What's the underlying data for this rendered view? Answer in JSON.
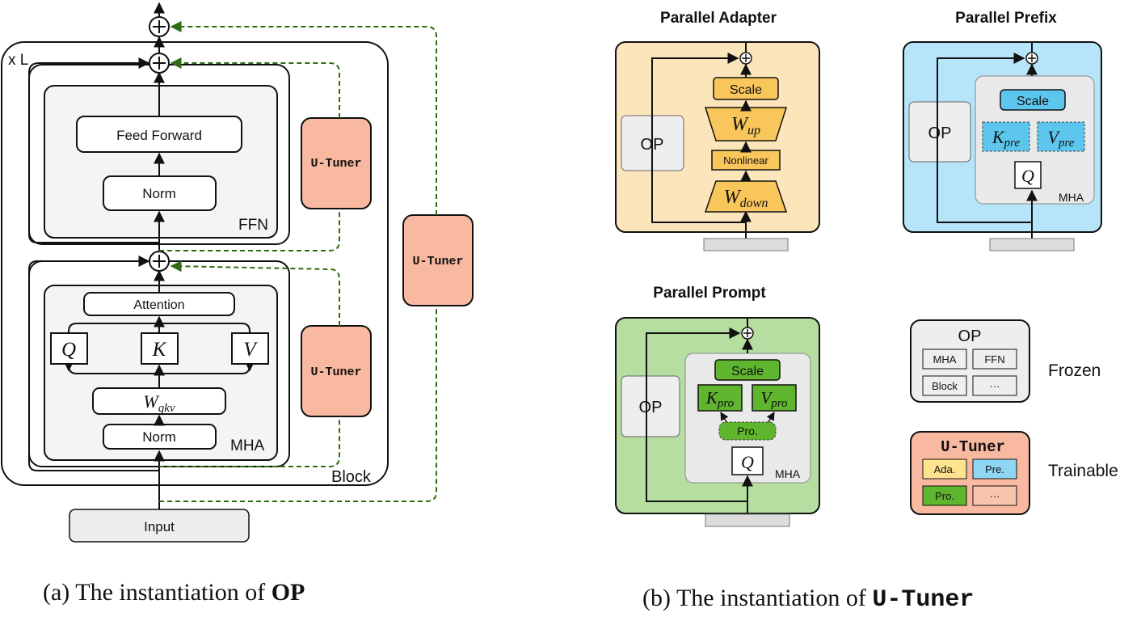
{
  "colors": {
    "tuner": "#f9b9a0",
    "adapter_bg": "#fde5bb",
    "adapter_block": "#f8c65a",
    "prefix_bg": "#b6e4f9",
    "prefix_block": "#5cc6ee",
    "prompt_bg": "#b6dea0",
    "prompt_block": "#5fb52d",
    "gray_box": "#eeeeee",
    "dashed_green": "#2f6b12"
  },
  "panel_a": {
    "repeat": "x L",
    "block": "Block",
    "ffn_label": "FFN",
    "mha_label": "MHA",
    "feed_forward": "Feed Forward",
    "norm_top": "Norm",
    "attention": "Attention",
    "norm_bottom": "Norm",
    "q": "Q",
    "k": "K",
    "v": "V",
    "wqkv_main": "W",
    "wqkv_sub": "qkv",
    "input": "Input",
    "tuner_ffn": "U-Tuner",
    "tuner_mha": "U-Tuner",
    "tuner_outer": "U-Tuner",
    "plus": "+"
  },
  "panel_b": {
    "adapter": {
      "title": "Parallel Adapter",
      "op": "OP",
      "scale": "Scale",
      "w_up_main": "W",
      "w_up_sub": "up",
      "nonlinear": "Nonlinear",
      "w_down_main": "W",
      "w_down_sub": "down"
    },
    "prefix": {
      "title": "Parallel Prefix",
      "op": "OP",
      "scale": "Scale",
      "k_main": "K",
      "k_sub": "pre",
      "v_main": "V",
      "v_sub": "pre",
      "q": "Q",
      "mha": "MHA"
    },
    "prompt": {
      "title": "Parallel Prompt",
      "op": "OP",
      "scale": "Scale",
      "k_main": "K",
      "k_sub": "pro",
      "v_main": "V",
      "v_sub": "pro",
      "pro": "Pro.",
      "q": "Q",
      "mha": "MHA"
    },
    "legend": {
      "op_title": "OP",
      "op_items": [
        "MHA",
        "FFN",
        "Block",
        "···"
      ],
      "frozen": "Frozen",
      "tuner_title": "U-Tuner",
      "tuner_items": [
        "Ada.",
        "Pre.",
        "Pro.",
        "···"
      ],
      "trainable": "Trainable"
    }
  },
  "captions": {
    "a_prefix": "(a) The instantiation of ",
    "a_bold": "OP",
    "b_prefix": "(b) The instantiation of ",
    "b_mono": "U-Tuner"
  }
}
